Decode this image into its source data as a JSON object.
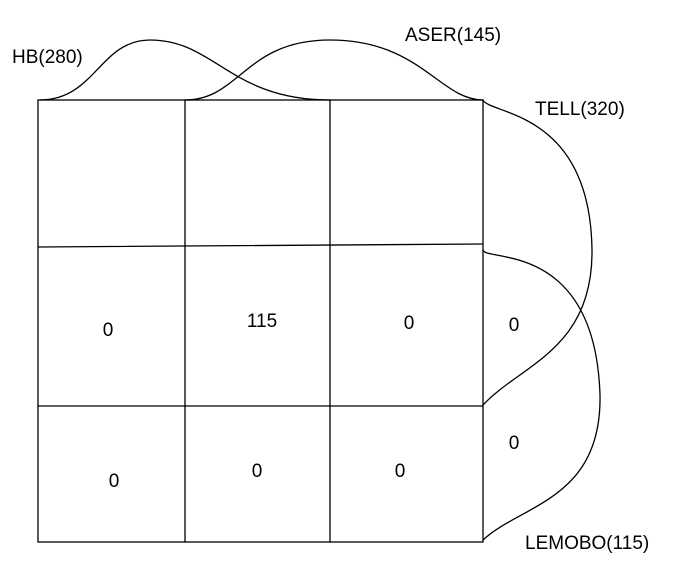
{
  "labels": {
    "hb": "HB(280)",
    "aser": "ASER(145)",
    "tell": "TELL(320)",
    "lemobo": "LEMOBO(115)"
  },
  "grid": {
    "row2": [
      "0",
      "115",
      "0"
    ],
    "row3": [
      "0",
      "0",
      "0"
    ]
  },
  "outside": {
    "row2": "0",
    "row3": "0"
  }
}
